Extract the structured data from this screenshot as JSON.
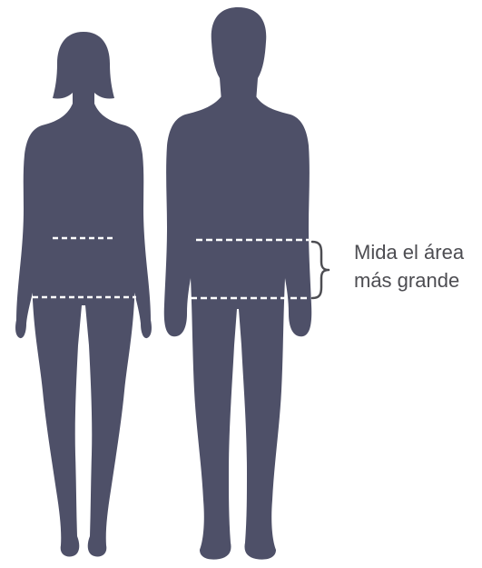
{
  "caption": {
    "line1": "Mida el área",
    "line2": "más grande"
  },
  "colors": {
    "silhouette": "#4e5068",
    "measure_line": "#ffffff",
    "bracket": "#4d4d52",
    "background": "#ffffff"
  },
  "figures": [
    {
      "name": "woman-back-view"
    },
    {
      "name": "man-back-view"
    }
  ],
  "icons": {
    "bracket": "curly-brace-icon"
  }
}
